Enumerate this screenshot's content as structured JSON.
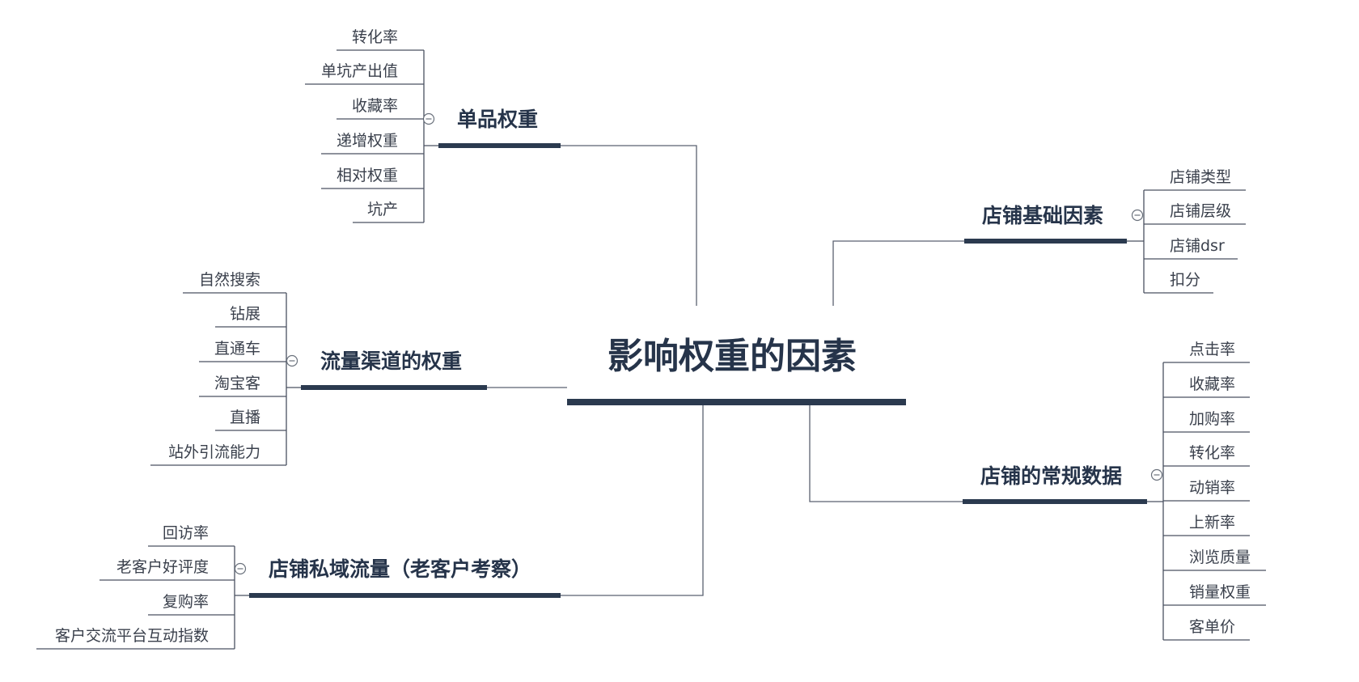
{
  "root": {
    "label": "影响权重的因素"
  },
  "branches": [
    {
      "id": "single-item-weight",
      "label": "单品权重",
      "children": [
        "转化率",
        "单坑产出值",
        "收藏率",
        "递增权重",
        "相对权重",
        "坑产"
      ]
    },
    {
      "id": "traffic-channel-weight",
      "label": "流量渠道的权重",
      "children": [
        "自然搜索",
        "钻展",
        "直通车",
        "淘宝客",
        "直播",
        "站外引流能力"
      ]
    },
    {
      "id": "private-domain-traffic",
      "label": "店铺私域流量（老客户考察）",
      "children": [
        "回访率",
        "老客户好评度",
        "复购率",
        "客户交流平台互动指数"
      ]
    },
    {
      "id": "store-basic-factors",
      "label": "店铺基础因素",
      "children": [
        "店铺类型",
        "店铺层级",
        "店铺dsr",
        "扣分"
      ]
    },
    {
      "id": "store-regular-data",
      "label": "店铺的常规数据",
      "children": [
        "点击率",
        "收藏率",
        "加购率",
        "转化率",
        "动销率",
        "上新率",
        "浏览质量",
        "销量权重",
        "客单价"
      ]
    }
  ]
}
